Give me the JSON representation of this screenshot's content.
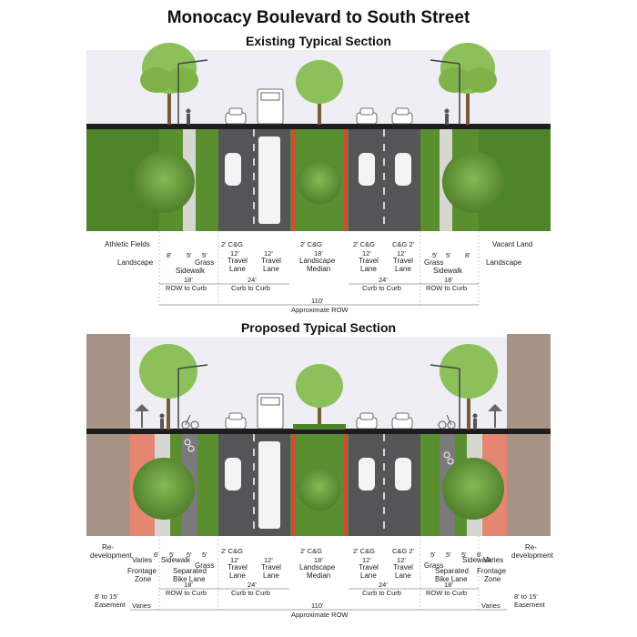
{
  "title": "Monocacy Boulevard to South Street",
  "existing": {
    "heading": "Existing Typical Section",
    "side_labels": {
      "left": "Athletic Fields",
      "right": "Vacant Land"
    },
    "lane_labels": [
      {
        "id": "l-landscape",
        "text": "Landscape"
      },
      {
        "id": "l-sidewalk",
        "text": "Sidewalk"
      },
      {
        "id": "l-grass",
        "text": "Grass"
      },
      {
        "id": "l-cg-1",
        "text": "2' C&G"
      },
      {
        "id": "l-tl-1",
        "text": "Travel"
      },
      {
        "id": "l-tl-1b",
        "text": "Lane"
      },
      {
        "id": "l-tl-2",
        "text": "Travel"
      },
      {
        "id": "l-tl-2b",
        "text": "Lane"
      },
      {
        "id": "l-cg-2",
        "text": "2' C&G"
      },
      {
        "id": "l-med",
        "text": "Landscape"
      },
      {
        "id": "l-medb",
        "text": "Median"
      },
      {
        "id": "l-cg-3",
        "text": "2' C&G"
      },
      {
        "id": "l-tl-3",
        "text": "Travel"
      },
      {
        "id": "l-tl-3b",
        "text": "Lane"
      },
      {
        "id": "l-cg-4",
        "text": "C&G 2'"
      },
      {
        "id": "l-tl-4",
        "text": "Travel"
      },
      {
        "id": "l-tl-4b",
        "text": "Lane"
      },
      {
        "id": "r-grass",
        "text": "Grass"
      },
      {
        "id": "r-sidewalk",
        "text": "Sidewalk"
      },
      {
        "id": "r-landscape",
        "text": "Landscape"
      }
    ],
    "dimensions": {
      "d8l": "8'",
      "d5a": "5'",
      "d5b": "5'",
      "d12a": "12'",
      "d12b": "12'",
      "d18m": "18'",
      "d12c": "12'",
      "d12d": "12'",
      "d5c": "5'",
      "d5d": "5'",
      "d8r": "8'",
      "row_left": "18'",
      "row_left_label": "ROW to Curb",
      "c2c_left": "24'",
      "c2c_left_label": "Curb to Curb",
      "c2c_right": "24'",
      "c2c_right_label": "Curb to Curb",
      "row_right": "18'",
      "row_right_label": "ROW to Curb",
      "total": "110'",
      "total_label": "Approximate ROW"
    }
  },
  "proposed": {
    "heading": "Proposed Typical Section",
    "side_labels": {
      "left_a": "Re-",
      "left_b": "development",
      "right_a": "Re-",
      "right_b": "development"
    },
    "lane_labels": [
      {
        "id": "p-varies-l",
        "text": "Varies"
      },
      {
        "id": "p-frontage-l",
        "text": "Frontage"
      },
      {
        "id": "p-frontage-lb",
        "text": "Zone"
      },
      {
        "id": "p-sidewalk-l",
        "text": "Sidewalk"
      },
      {
        "id": "p-sbl-l",
        "text": "Separated"
      },
      {
        "id": "p-sbl-lb",
        "text": "Bike Lane"
      },
      {
        "id": "p-grass-l",
        "text": "Grass"
      },
      {
        "id": "p-cg-1",
        "text": "2' C&G"
      },
      {
        "id": "p-tl-1",
        "text": "Travel"
      },
      {
        "id": "p-tl-1b",
        "text": "Lane"
      },
      {
        "id": "p-tl-2",
        "text": "Travel"
      },
      {
        "id": "p-tl-2b",
        "text": "Lane"
      },
      {
        "id": "p-cg-2",
        "text": "2' C&G"
      },
      {
        "id": "p-med",
        "text": "Landscape"
      },
      {
        "id": "p-medb",
        "text": "Median"
      },
      {
        "id": "p-cg-3",
        "text": "2' C&G"
      },
      {
        "id": "p-tl-3",
        "text": "Travel"
      },
      {
        "id": "p-tl-3b",
        "text": "Lane"
      },
      {
        "id": "p-cg-4",
        "text": "C&G 2'"
      },
      {
        "id": "p-tl-4",
        "text": "Travel"
      },
      {
        "id": "p-tl-4b",
        "text": "Lane"
      },
      {
        "id": "p-grass-r",
        "text": "Grass"
      },
      {
        "id": "p-sbl-r",
        "text": "Separated"
      },
      {
        "id": "p-sbl-rb",
        "text": "Bike Lane"
      },
      {
        "id": "p-sidewalk-r",
        "text": "Sidewalk"
      },
      {
        "id": "p-frontage-r",
        "text": "Frontage"
      },
      {
        "id": "p-frontage-rb",
        "text": "Zone"
      },
      {
        "id": "p-varies-r",
        "text": "Varies"
      }
    ],
    "dimensions": {
      "d6l": "6'",
      "d5a": "5'",
      "d5b": "5'",
      "d5c": "5'",
      "d12a": "12'",
      "d12b": "12'",
      "d18m": "18'",
      "d12c": "12'",
      "d12d": "12'",
      "d5d": "5'",
      "d5e": "5'",
      "d5f": "5'",
      "d6r": "6'",
      "row_left": "18'",
      "row_left_label": "ROW to Curb",
      "c2c_left": "24'",
      "c2c_left_label": "Curb to Curb",
      "c2c_right": "24'",
      "c2c_right_label": "Curb to Curb",
      "row_right": "18'",
      "row_right_label": "ROW to Curb",
      "easement_left_a": "8' to 15'",
      "easement_left_b": "Easement",
      "easement_right_a": "8' to 15'",
      "easement_right_b": "Easement",
      "varies_left": "Varies",
      "varies_right": "Varies",
      "total": "110'",
      "total_label": "Approximate ROW"
    }
  },
  "colors": {
    "sky": "#eeeef4",
    "grass": "#5a8f2f",
    "grass_dark": "#3f6b1f",
    "pavement": "#555558",
    "sidewalk": "#d7d7d2",
    "bike_lane": "#7a7a7a",
    "frontage": "#e58672",
    "building": "#a69386",
    "median_curb": "#d24b3a",
    "tree_canopy": "#7fb34a",
    "tree_trunk": "#7a5a36"
  }
}
